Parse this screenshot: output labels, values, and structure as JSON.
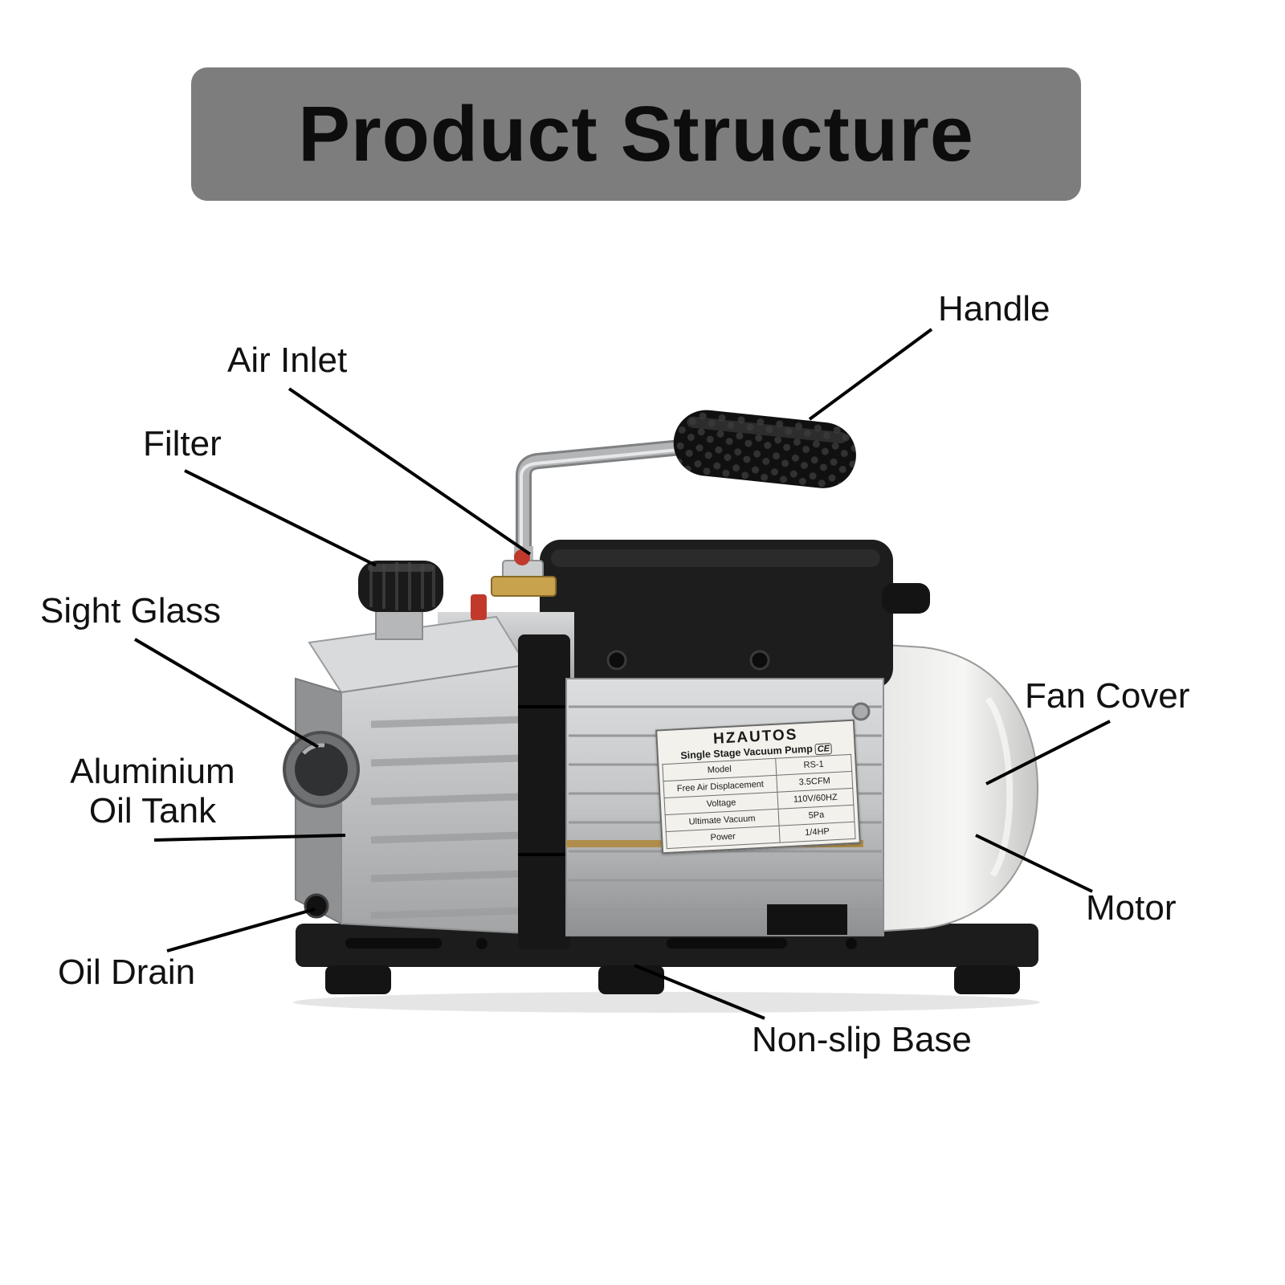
{
  "title": "Product Structure",
  "labels": {
    "handle": "Handle",
    "air_inlet": "Air Inlet",
    "filter": "Filter",
    "sight_glass": "Sight Glass",
    "oil_tank_line1": "Aluminium",
    "oil_tank_line2": "Oil Tank",
    "oil_drain": "Oil Drain",
    "fan_cover": "Fan Cover",
    "motor": "Motor",
    "non_slip_base": "Non-slip Base"
  },
  "spec_plate": {
    "brand": "HZAUTOS",
    "subtitle": "Single Stage Vacuum Pump",
    "ce_mark": "CE",
    "rows": [
      {
        "key": "Model",
        "value": "RS-1"
      },
      {
        "key": "Free Air Displacement",
        "value": "3.5CFM"
      },
      {
        "key": "Voltage",
        "value": "110V/60HZ"
      },
      {
        "key": "Ultimate Vacuum",
        "value": "5Pa"
      },
      {
        "key": "Power",
        "value": "1/4HP"
      }
    ]
  },
  "colors": {
    "banner_gray": "#7d7d7d",
    "text_black": "#111111",
    "pump_silver": "#c2c4c6",
    "pump_black": "#1c1c1c",
    "brass": "#b08d4a",
    "accent_red": "#c0392b",
    "fan_cover_white": "#f4f4f2"
  }
}
